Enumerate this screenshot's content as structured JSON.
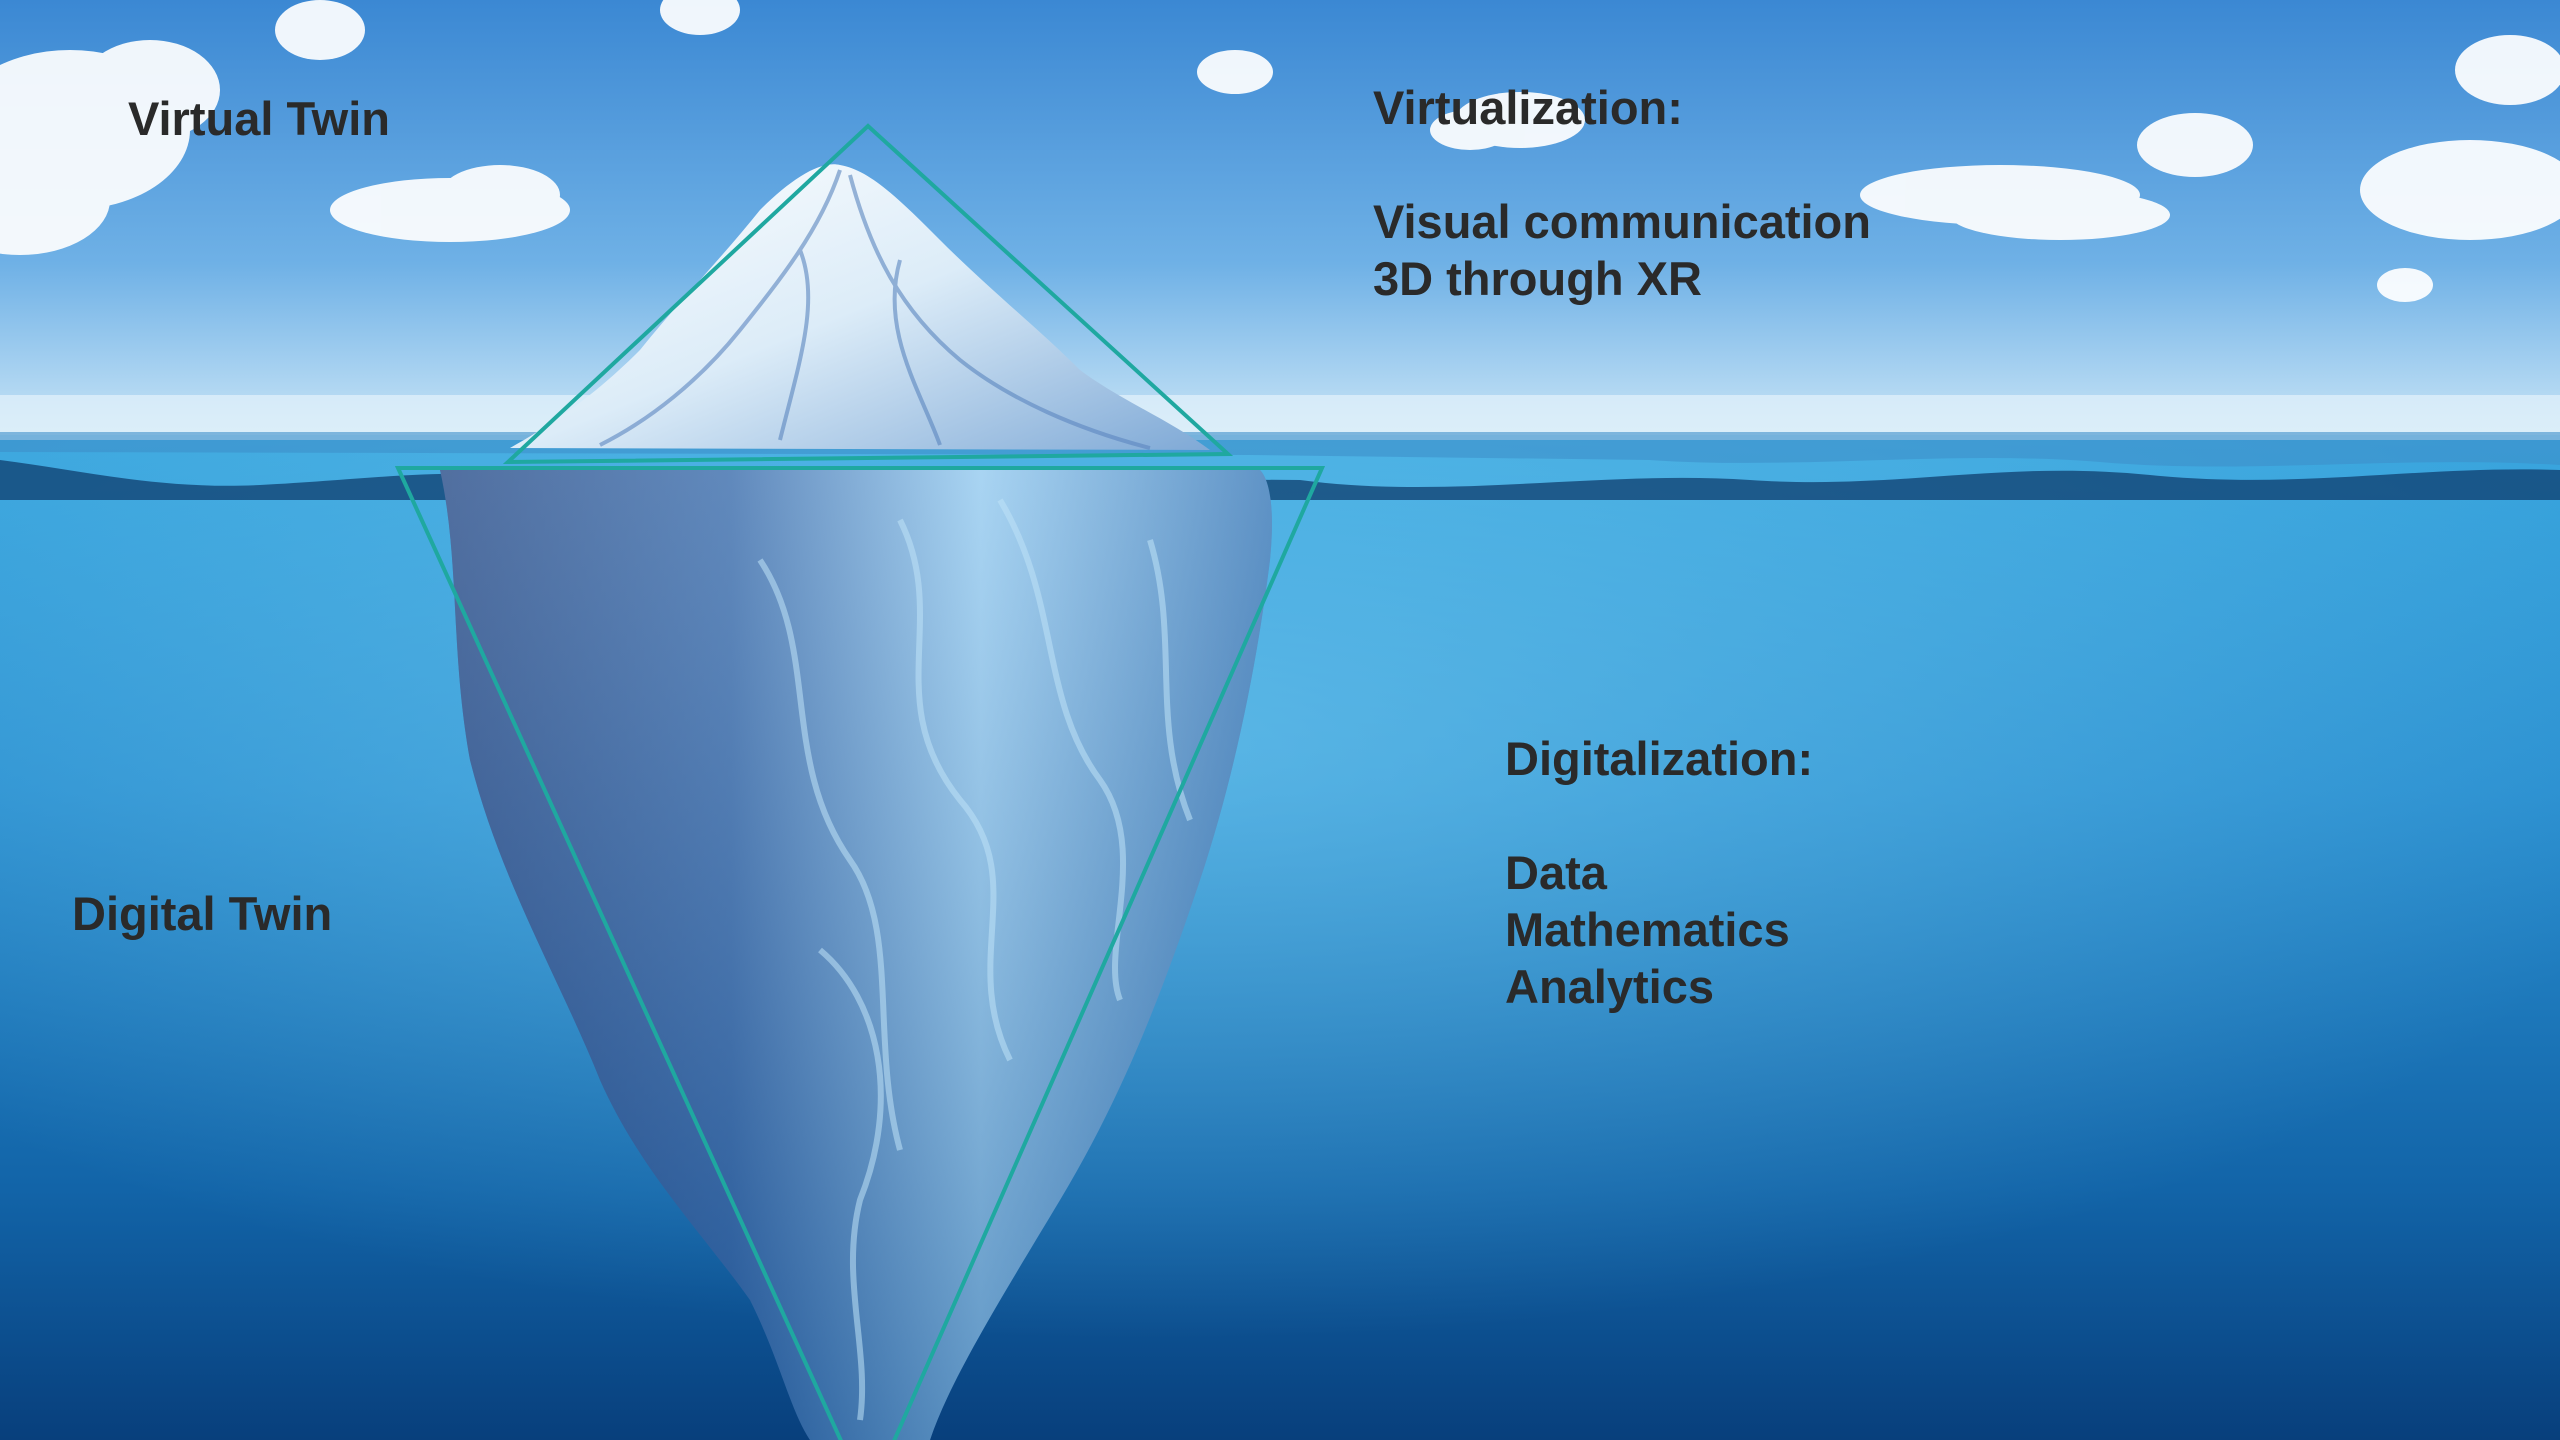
{
  "labels": {
    "virtual_twin": "Virtual Twin",
    "digital_twin": "Digital Twin"
  },
  "virtualization": {
    "heading": "Virtualization:",
    "items": [
      "Visual communication",
      "3D through XR"
    ]
  },
  "digitalization": {
    "heading": "Digitalization:",
    "items": [
      "Data",
      "Mathematics",
      "Analytics"
    ]
  },
  "colors": {
    "sky_top": "#3f8fd8",
    "sky_horizon": "#b7dcf5",
    "water_surface": "#2f9ad6",
    "water_deep": "#0a4a8a",
    "ice_light": "#e8f4fc",
    "ice_dark": "#1d4f8f",
    "outline": "#1fa8a0",
    "text": "#2a2a2a"
  }
}
